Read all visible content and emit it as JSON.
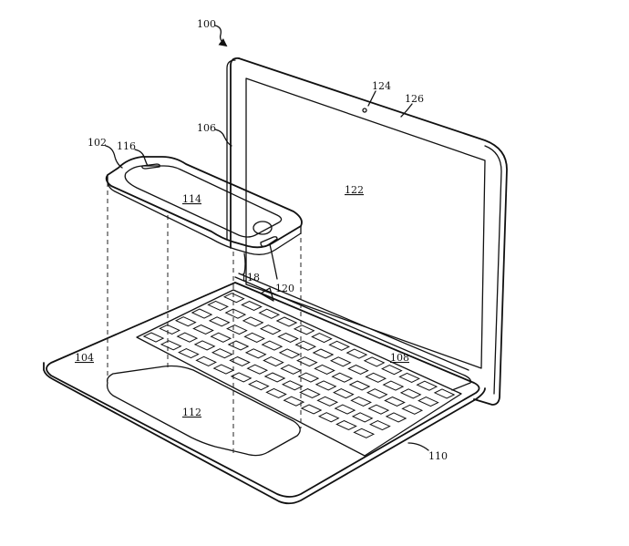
{
  "labels": {
    "r100": "100",
    "r102": "102",
    "r104": "104",
    "r106": "106",
    "r108": "108",
    "r110": "110",
    "r112": "112",
    "r114": "114",
    "r116": "116",
    "r118": "118",
    "r120": "120",
    "r122": "122",
    "r124": "124",
    "r126": "126"
  }
}
